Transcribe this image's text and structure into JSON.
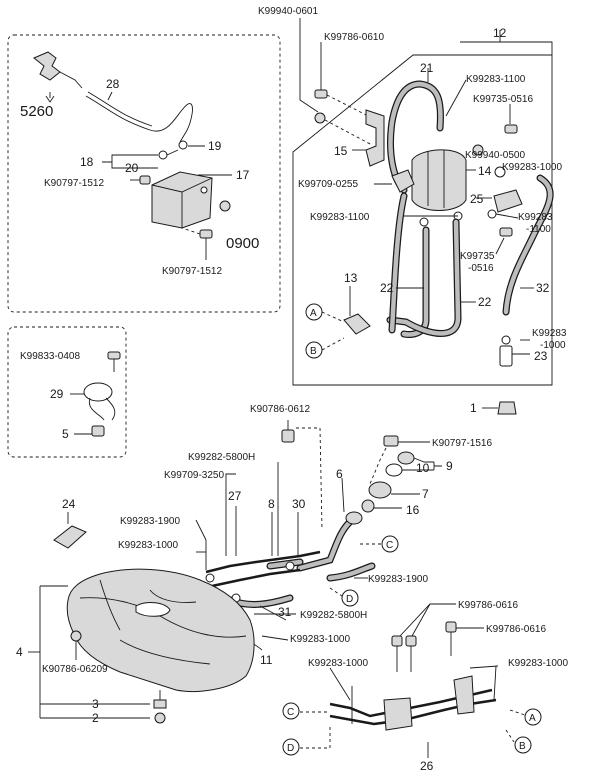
{
  "labels": {
    "l_k99940_0601": "K99940-0601",
    "l_k99786_0610": "K99786-0610",
    "l_12": "12",
    "l_21": "21",
    "l_k99283_1100_a": "K99283-1100",
    "l_k99735_0516_a": "K99735-0516",
    "l_k99940_0500": "K99940-0500",
    "l_15": "15",
    "l_14": "14",
    "l_k99283_1000_a": "K99283-1000",
    "l_k99709_0255": "K99709-0255",
    "l_25": "25",
    "l_k99283_1100_b": "K99283-1100",
    "l_k99283_1100_c1": "K99283",
    "l_k99283_1100_c2": "-1100",
    "l_k99735_0516_b1": "K99735",
    "l_k99735_0516_b2": "-0516",
    "l_13": "13",
    "l_22a": "22",
    "l_22b": "22",
    "l_32": "32",
    "l_k99283_1000_b1": "K99283",
    "l_k99283_1000_b2": "-1000",
    "l_23": "23",
    "l_1": "1",
    "l_28": "28",
    "l_5260": "5260",
    "l_19": "19",
    "l_18": "18",
    "l_20": "20",
    "l_17": "17",
    "l_k90797_1512_a": "K90797-1512",
    "l_0900": "0900",
    "l_k90797_1512_b": "K90797-1512",
    "l_k99833_0408": "K99833-0408",
    "l_29": "29",
    "l_5": "5",
    "l_k90786_0612": "K90786-0612",
    "l_k90797_1516": "K90797-1516",
    "l_k99282_5800h_a": "K99282-5800H",
    "l_k99709_3250": "K99709-3250",
    "l_10": "10",
    "l_9": "9",
    "l_6": "6",
    "l_7": "7",
    "l_27": "27",
    "l_8": "8",
    "l_30": "30",
    "l_16": "16",
    "l_24": "24",
    "l_k99283_1900_a": "K99283-1900",
    "l_k99283_1000_c": "K99283-1000",
    "l_k99283_1900_b": "K99283-1900",
    "l_k99282_5800h_b": "K99282-5800H",
    "l_31": "31",
    "l_k99283_1000_d": "K99283-1000",
    "l_4": "4",
    "l_k90786_06209": "K90786-06209",
    "l_11": "11",
    "l_k99786_0616_a": "K99786-0616",
    "l_k99786_0616_b": "K99786-0616",
    "l_k99283_1000_e": "K99283-1000",
    "l_k99283_1000_f": "K99283-1000",
    "l_3": "3",
    "l_2": "2",
    "l_26": "26"
  },
  "connectors": {
    "a1": "A",
    "b1": "B",
    "c1": "C",
    "d1": "D",
    "c2": "C",
    "d2": "D",
    "a2": "A",
    "b2": "B"
  }
}
